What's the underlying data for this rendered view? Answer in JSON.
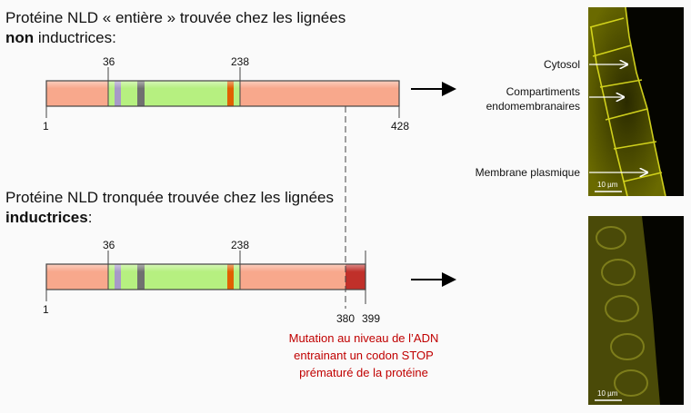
{
  "section1": {
    "title_line1": "Protéine NLD « entière » trouvée chez les lignées",
    "title_bold": "non",
    "title_line2_rest": " inductrices:"
  },
  "section2": {
    "title_line1": "Protéine NLD tronquée trouvée chez les lignées",
    "title_bold": "inductrices",
    "title_line2_rest": ":"
  },
  "protein1": {
    "start": "1",
    "domain_start": "36",
    "domain_end": "238",
    "end": "428"
  },
  "protein2": {
    "start": "1",
    "domain_start": "36",
    "domain_end": "238",
    "mutation": "380",
    "end": "399"
  },
  "mutation_note": [
    "Mutation au niveau de l’ADN",
    "entrainant un codon STOP",
    "prématuré de la protéine"
  ],
  "image1": {
    "labels": [
      "Cytosol",
      "Compartiments",
      "endomembranaires",
      "Membrane plasmique"
    ],
    "scale": "10 µm"
  },
  "image2": {
    "scale": "10 µm"
  },
  "colors": {
    "terminal": "#f8a88c",
    "domain": "#b6f080",
    "motif1": "#a79ac8",
    "motif2": "#707070",
    "motif3": "#e06000",
    "truncated": "#c0302a",
    "fluor": "#d8d800",
    "note": "#c00000"
  }
}
